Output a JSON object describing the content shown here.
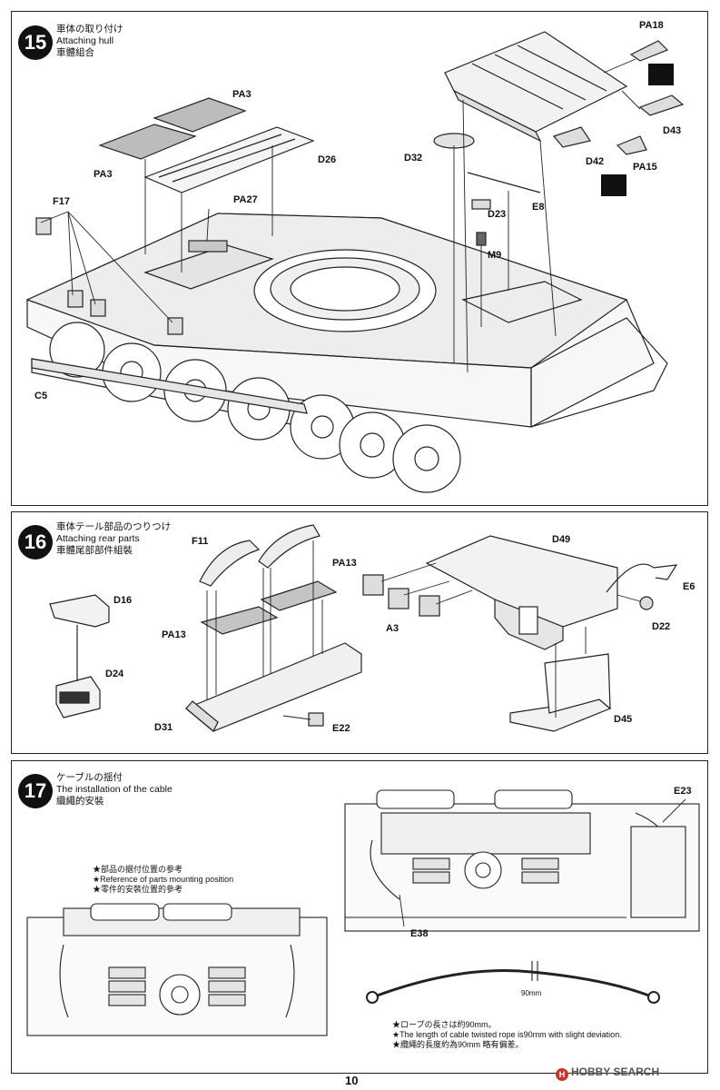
{
  "step15": {
    "number": "15",
    "title_jp": "車体の取り付け",
    "title_en": "Attaching hull",
    "title_zh": "車體組合",
    "labels": [
      "PA18",
      "PA3",
      "D26",
      "PA3",
      "D32",
      "D43",
      "D42",
      "PA15",
      "E8",
      "D23",
      "M9",
      "F17",
      "PA27",
      "C5"
    ]
  },
  "step16": {
    "number": "16",
    "title_jp": "車体テール部品のつりつけ",
    "title_en": "Attaching rear parts",
    "title_zh": "車體尾部部件組裝",
    "labels": [
      "F11",
      "D49",
      "PA13",
      "D16",
      "E6",
      "A3",
      "D22",
      "PA13",
      "D24",
      "D31",
      "E22",
      "D45"
    ]
  },
  "step17": {
    "number": "17",
    "title_jp": "ケーブルの揺付",
    "title_en": "The installation of the cable",
    "title_zh": "纜繩的安裝",
    "ref_notes": [
      "★部品の据付位置の参考",
      "★Reference of parts mounting position",
      "★零件的安裝位置的參考"
    ],
    "labels": [
      "E23",
      "E38"
    ],
    "cable_length": "90mm",
    "cable_notes": [
      "★ロープの長さは約90mm。",
      "★The length of cable twisted rope is90mm with slight deviation.",
      "★纜繩的長度約為90mm 略有偏差。"
    ]
  },
  "page_number": "10",
  "watermark": "HOBBY SEARCH",
  "watermark_logo": "H"
}
